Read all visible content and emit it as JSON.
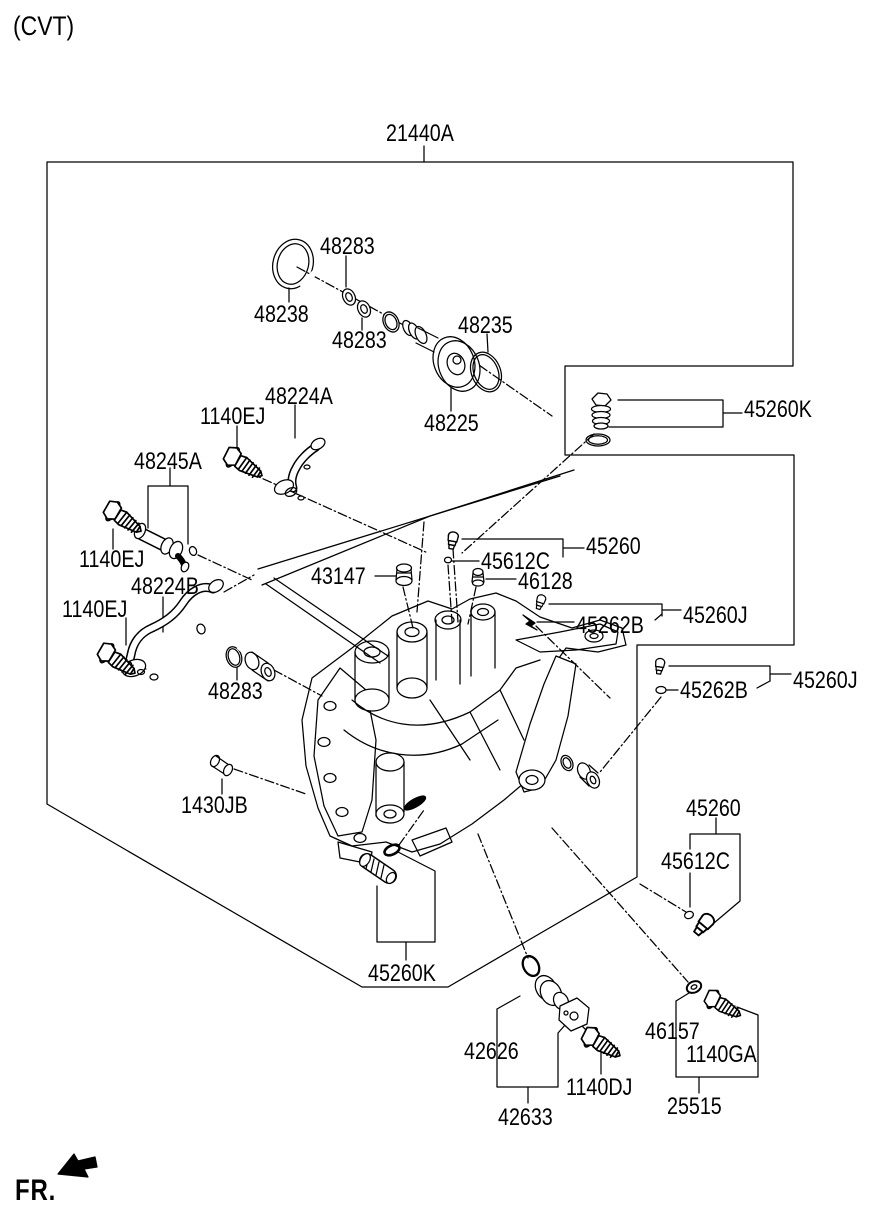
{
  "meta": {
    "page_type": "exploded-parts-diagram",
    "variant_note": "(CVT)",
    "front_direction_label": "FR.",
    "line_color": "#000000",
    "background_color": "#ffffff"
  },
  "diagram": {
    "assembly_number": "21440A",
    "labels": [
      {
        "id": "assembly-21440A",
        "text": "21440A"
      },
      {
        "id": "48283-a",
        "text": "48283"
      },
      {
        "id": "48238",
        "text": "48238"
      },
      {
        "id": "48283-b",
        "text": "48283"
      },
      {
        "id": "48235",
        "text": "48235"
      },
      {
        "id": "48225",
        "text": "48225"
      },
      {
        "id": "48224A",
        "text": "48224A"
      },
      {
        "id": "1140EJ-a",
        "text": "1140EJ"
      },
      {
        "id": "48245A",
        "text": "48245A"
      },
      {
        "id": "1140EJ-b",
        "text": "1140EJ"
      },
      {
        "id": "48224B",
        "text": "48224B"
      },
      {
        "id": "1140EJ-c",
        "text": "1140EJ"
      },
      {
        "id": "43147",
        "text": "43147"
      },
      {
        "id": "45612C-a",
        "text": "45612C"
      },
      {
        "id": "45260-a",
        "text": "45260"
      },
      {
        "id": "46128",
        "text": "46128"
      },
      {
        "id": "45262B-a",
        "text": "45262B"
      },
      {
        "id": "45260J-a",
        "text": "45260J"
      },
      {
        "id": "45262B-b",
        "text": "45262B"
      },
      {
        "id": "45260J-b",
        "text": "45260J"
      },
      {
        "id": "48283-c",
        "text": "48283"
      },
      {
        "id": "1430JB",
        "text": "1430JB"
      },
      {
        "id": "45260-b",
        "text": "45260"
      },
      {
        "id": "45612C-b",
        "text": "45612C"
      },
      {
        "id": "45260K-a",
        "text": "45260K"
      },
      {
        "id": "45260K-b",
        "text": "45260K"
      },
      {
        "id": "42626",
        "text": "42626"
      },
      {
        "id": "1140DJ",
        "text": "1140DJ"
      },
      {
        "id": "42633",
        "text": "42633"
      },
      {
        "id": "46157",
        "text": "46157"
      },
      {
        "id": "1140GA",
        "text": "1140GA"
      },
      {
        "id": "25515",
        "text": "25515"
      }
    ]
  }
}
